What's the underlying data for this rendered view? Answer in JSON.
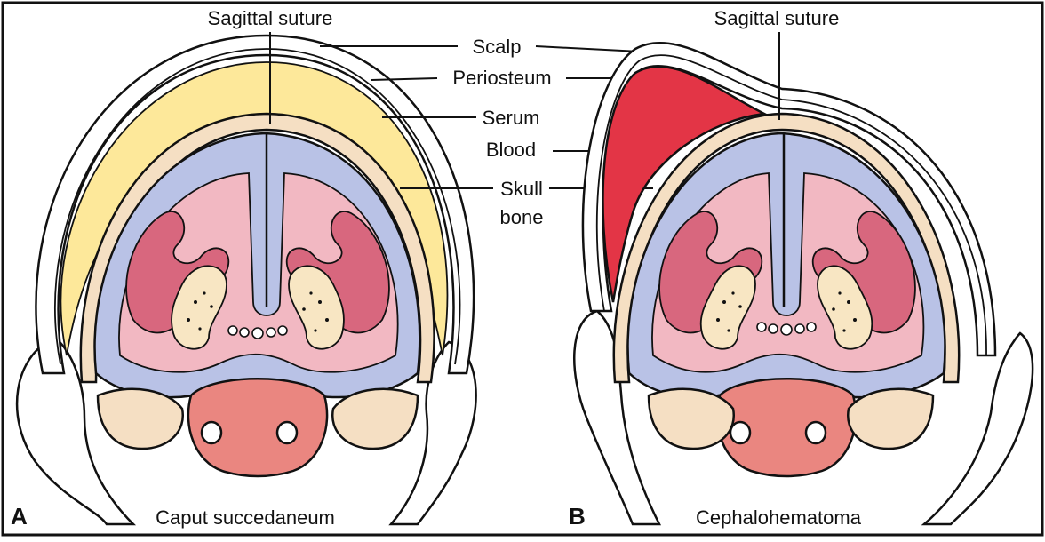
{
  "panels": [
    {
      "letter": "A",
      "caption": "Caput succedaneum",
      "top_label": "Sagittal suture"
    },
    {
      "letter": "B",
      "caption": "Cephalohematoma",
      "top_label": "Sagittal suture"
    }
  ],
  "labels": {
    "scalp": "Scalp",
    "periosteum": "Periosteum",
    "serum": "Serum",
    "blood": "Blood",
    "skull_line1": "Skull",
    "skull_line2": "bone"
  },
  "colors": {
    "serum": "#fde89a",
    "blood": "#e33546",
    "bone": "#f5dfc3",
    "cortex": "#b9c2e6",
    "white_matter": "#f2b8c2",
    "gray_matter": "#d8677e",
    "brainstem": "#ea8680",
    "ventricle": "#f8e6c3"
  }
}
